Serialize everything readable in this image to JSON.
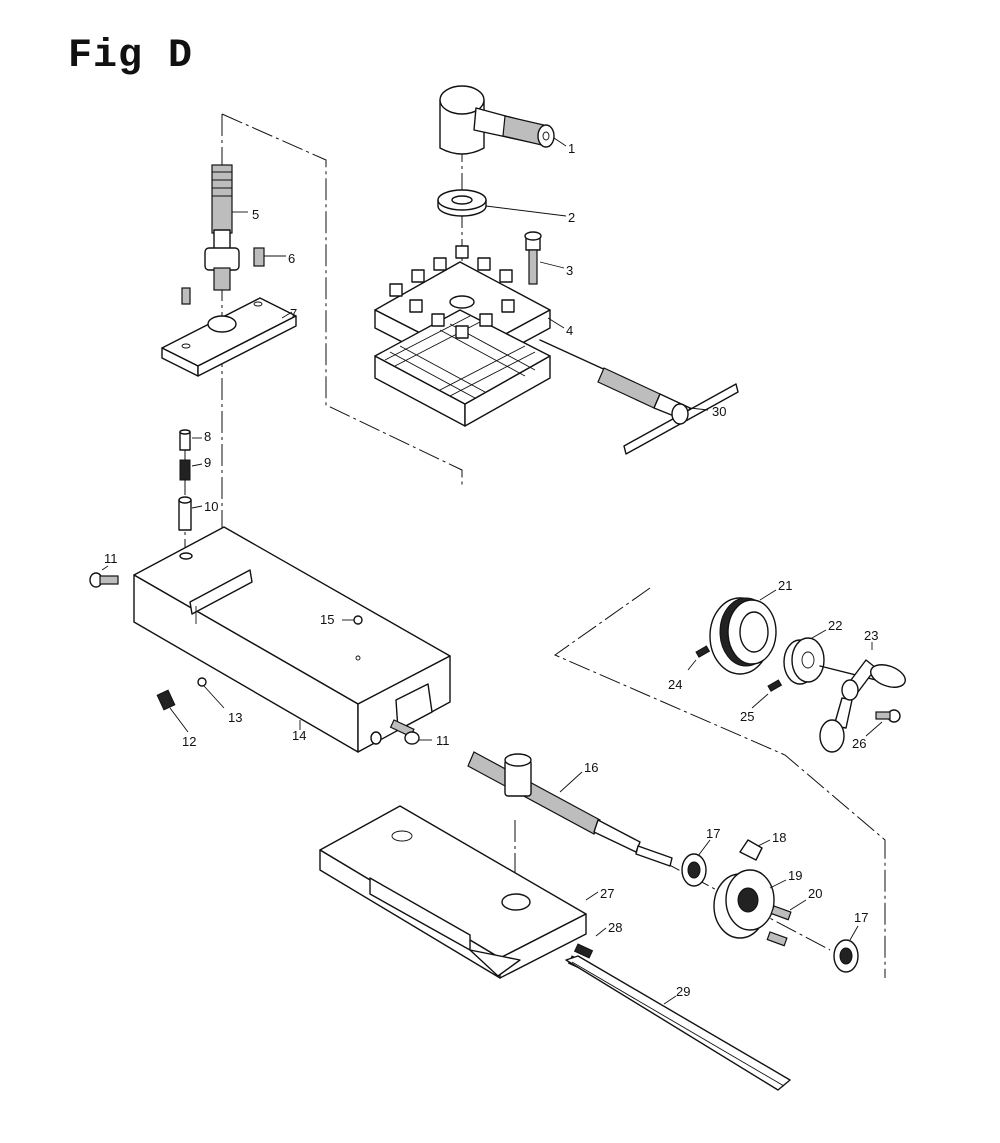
{
  "title": "Fig D",
  "callouts": [
    "1",
    "2",
    "3",
    "4",
    "5",
    "6",
    "7",
    "8",
    "9",
    "10",
    "11",
    "12",
    "13",
    "14",
    "15",
    "11",
    "16",
    "17",
    "18",
    "19",
    "20",
    "17",
    "21",
    "22",
    "23",
    "24",
    "25",
    "26",
    "27",
    "28",
    "29",
    "30"
  ]
}
